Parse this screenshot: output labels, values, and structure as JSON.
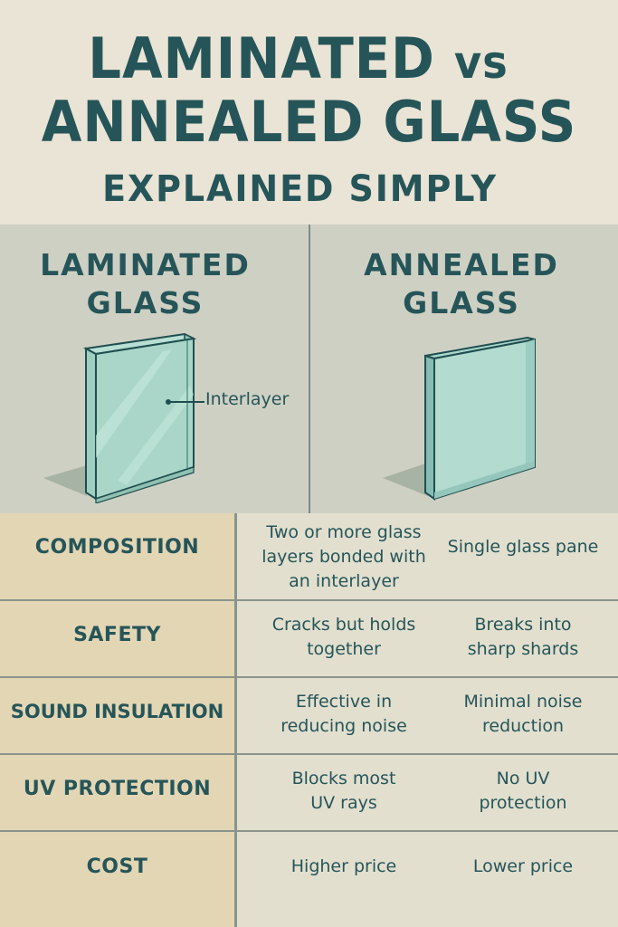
{
  "header": {
    "title_line1_main": "LAMINATED",
    "title_line1_vs": "vs",
    "title_line2": "ANNEALED GLASS",
    "subtitle": "EXPLAINED SIMPLY"
  },
  "panels": {
    "left": {
      "title": "LAMINATED\nGLASS",
      "title_line1": "LAMINATED",
      "title_line2": "GLASS",
      "annotation": "Interlayer",
      "illustration": "laminated-glass-pane-icon"
    },
    "right": {
      "title_line1": "ANNEALED",
      "title_line2": "GLASS",
      "illustration": "annealed-glass-pane-icon"
    }
  },
  "comparison": {
    "rows": [
      {
        "label": "COMPOSITION",
        "laminated": "Two or more glass\nlayers bonded with\nan interlayer",
        "annealed": "Single glass pane"
      },
      {
        "label": "SAFETY",
        "laminated": "Cracks but holds\ntogether",
        "annealed": "Breaks into\nsharp shards"
      },
      {
        "label": "SOUND INSULATION",
        "laminated": "Effective in\nreducing noise",
        "annealed": "Minimal noise\nreduction"
      },
      {
        "label": "UV PROTECTION",
        "laminated": "Blocks most\nUV rays",
        "annealed": "No UV\nprotection"
      },
      {
        "label": "COST",
        "laminated": "Higher price",
        "annealed": "Lower price"
      }
    ]
  },
  "colors": {
    "text": "#22565a",
    "header_bg": "#e9e4d6",
    "panel_bg": "#cfd0c4",
    "label_col_bg": "#e3d6b4",
    "value_bg": "#e2dfcf",
    "glass_face": "#a9d6c8",
    "glass_edge": "#1f4e50"
  }
}
